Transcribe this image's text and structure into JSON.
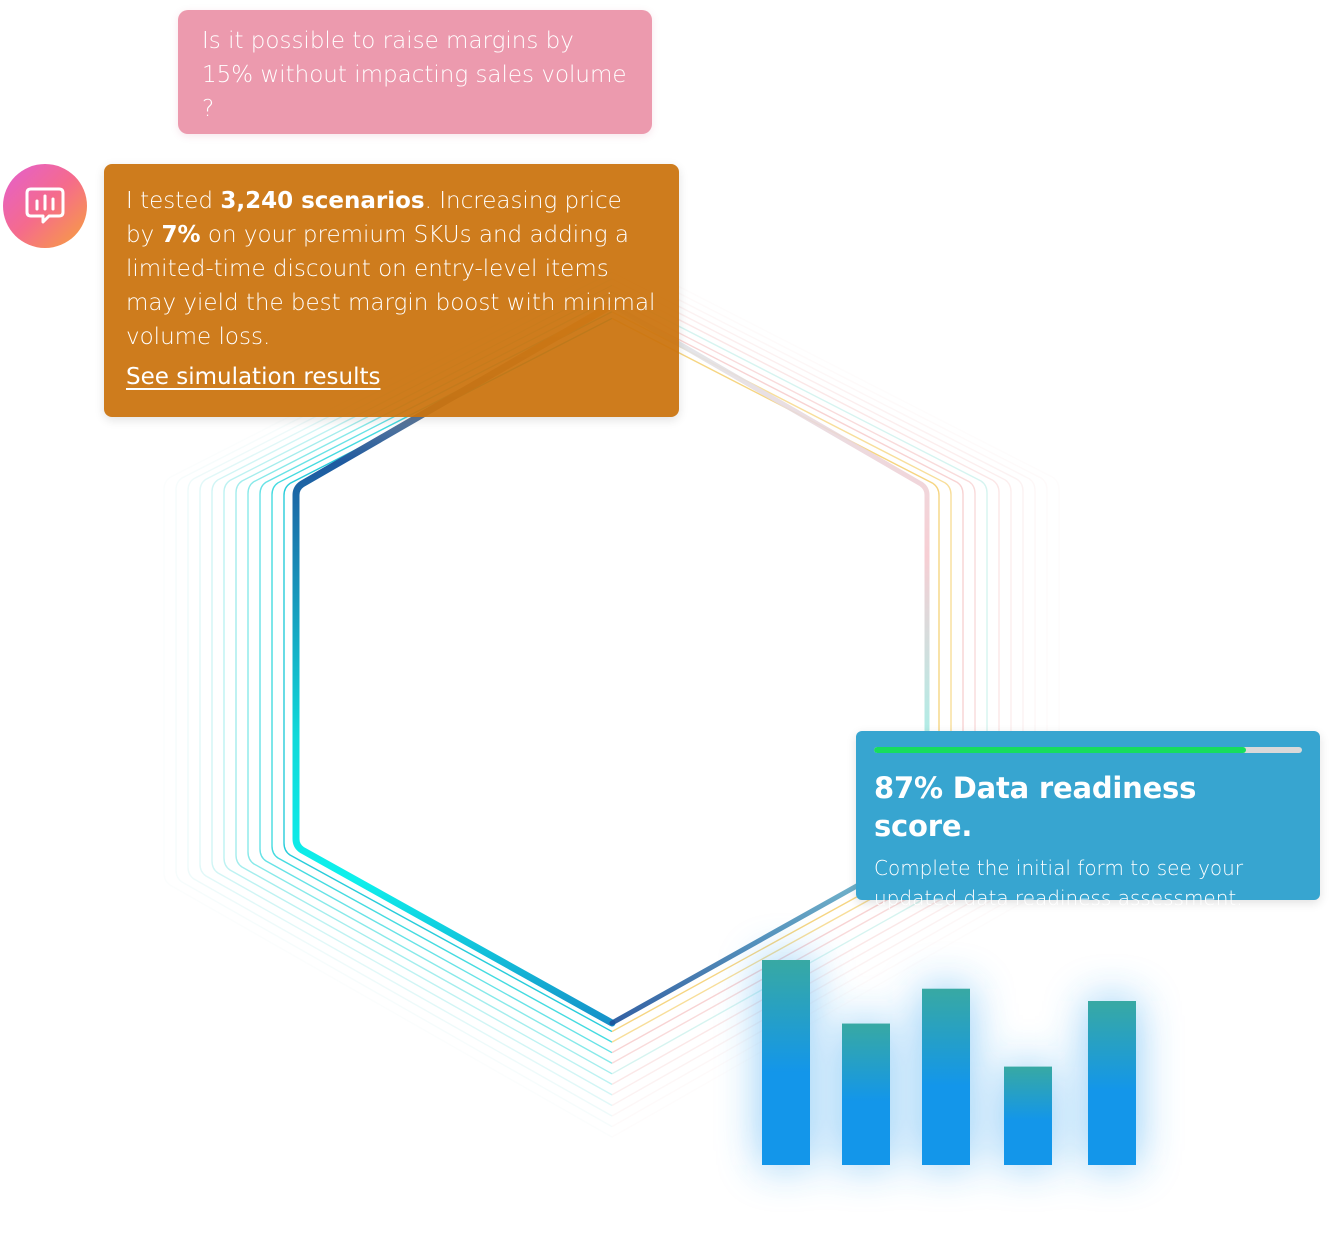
{
  "conversation": {
    "user_question": "Is it possible to raise margins by 15% without impacting sales volume ?",
    "ai_response": {
      "part1": "I tested ",
      "scenarios_count": "3,240 scenarios",
      "part2": ". Increasing price by ",
      "price_increase": "7%",
      "part3": " on your premium SKUs and adding a limited-time discount on entry-level items may yield the best margin boost with minimal volume loss.",
      "link_label": "See simulation results"
    }
  },
  "assistant": {
    "avatar_icon": "chat-chart-icon"
  },
  "score_card": {
    "title": "87% Data readiness score.",
    "description": "Complete the initial form to see your updated data readiness assessment.",
    "progress_percent": 87,
    "progress_color": "#17dd5e"
  },
  "chart_data": {
    "type": "bar",
    "values": [
      100,
      69,
      86,
      48,
      80
    ],
    "ylim": [
      0,
      100
    ],
    "colors": {
      "top": "#38a9a3",
      "bottom": "#1396ea"
    }
  },
  "colors": {
    "user_bubble": "#ec9aae",
    "ai_bubble": "#ca720c",
    "score_card": "#37a5d0"
  }
}
